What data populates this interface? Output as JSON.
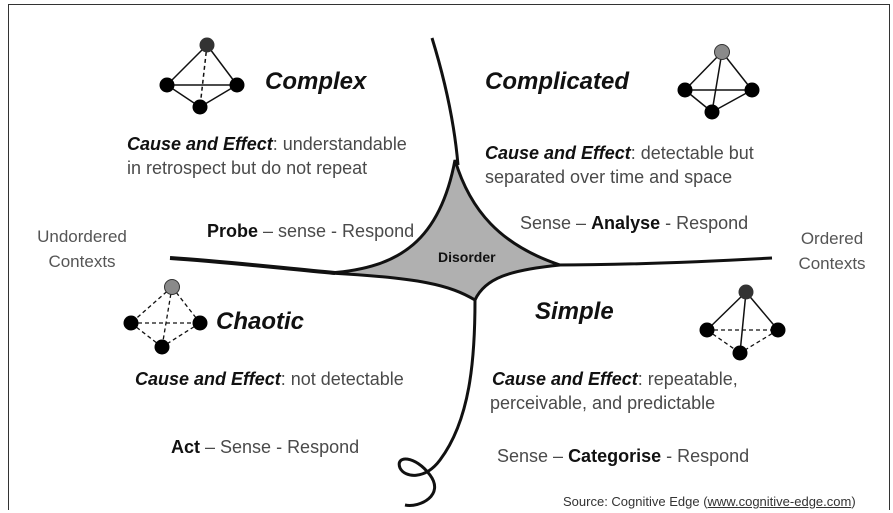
{
  "quadrants": {
    "complex": {
      "title": "Complex",
      "cause_label": "Cause and Effect",
      "cause_text_1": ": understandable",
      "cause_text_2": "in retrospect but do not repeat",
      "approach_bold": "Probe",
      "approach_rest": " – sense - Respond"
    },
    "complicated": {
      "title": "Complicated",
      "cause_label": "Cause and Effect",
      "cause_text_1": ": detectable but",
      "cause_text_2": "separated over time and space",
      "approach_pre": "Sense – ",
      "approach_bold": "Analyse",
      "approach_post": " - Respond"
    },
    "chaotic": {
      "title": "Chaotic",
      "cause_label": "Cause and Effect",
      "cause_text_1": ": not detectable",
      "approach_bold": "Act",
      "approach_rest": " – Sense - Respond"
    },
    "simple": {
      "title": "Simple",
      "cause_label": "Cause and Effect",
      "cause_text_1": ": repeatable,",
      "cause_text_2": "perceivable, and predictable",
      "approach_pre": "Sense – ",
      "approach_bold": "Categorise",
      "approach_post": " - Respond"
    }
  },
  "center_label": "Disorder",
  "left_context": {
    "line1": "Undordered",
    "line2": "Contexts"
  },
  "right_context": {
    "line1": "Ordered",
    "line2": "Contexts"
  },
  "source": {
    "prefix": "Source: Cognitive Edge (",
    "link": "www.cognitive-edge.com",
    "suffix": ")"
  },
  "colors": {
    "top_node_dark": "#333333",
    "top_node_grey": "#8a8a8a",
    "disorder_fill": "#b0b0b0"
  }
}
